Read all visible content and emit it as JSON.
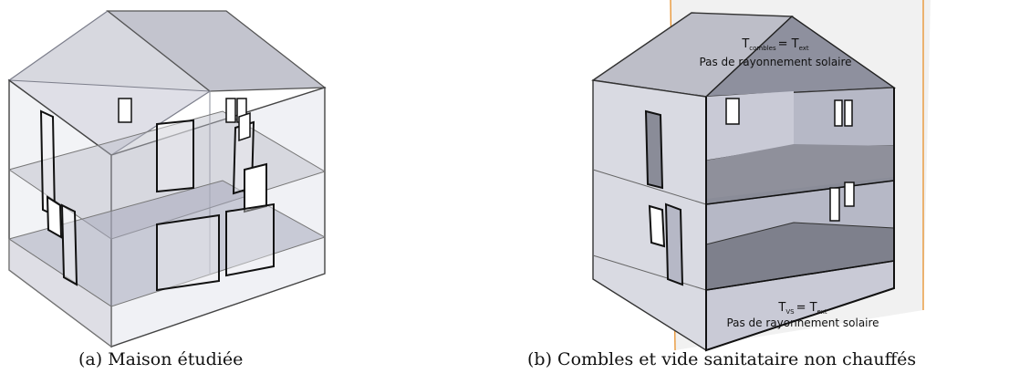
{
  "figure_a": {
    "caption": "(a) Maison étudiée"
  },
  "figure_b": {
    "caption": "(b) Combles et vide sanitataire non chauffés",
    "attic_label": {
      "lhs": "T",
      "lhs_sub": "combles",
      "rhs": "= T",
      "rhs_sub": "ext",
      "line2": "Pas de rayonnement solaire"
    },
    "crawlspace_label": {
      "lhs": "T",
      "lhs_sub": "VS",
      "rhs": "= T",
      "rhs_sub": "ext",
      "line2": "Pas de rayonnement solaire"
    }
  },
  "colors": {
    "section_plane_edge": "#e8902a",
    "wall_dark": "#9ea0b0",
    "wall_light": "#d9dae2",
    "glass": "#dfe0ea"
  }
}
